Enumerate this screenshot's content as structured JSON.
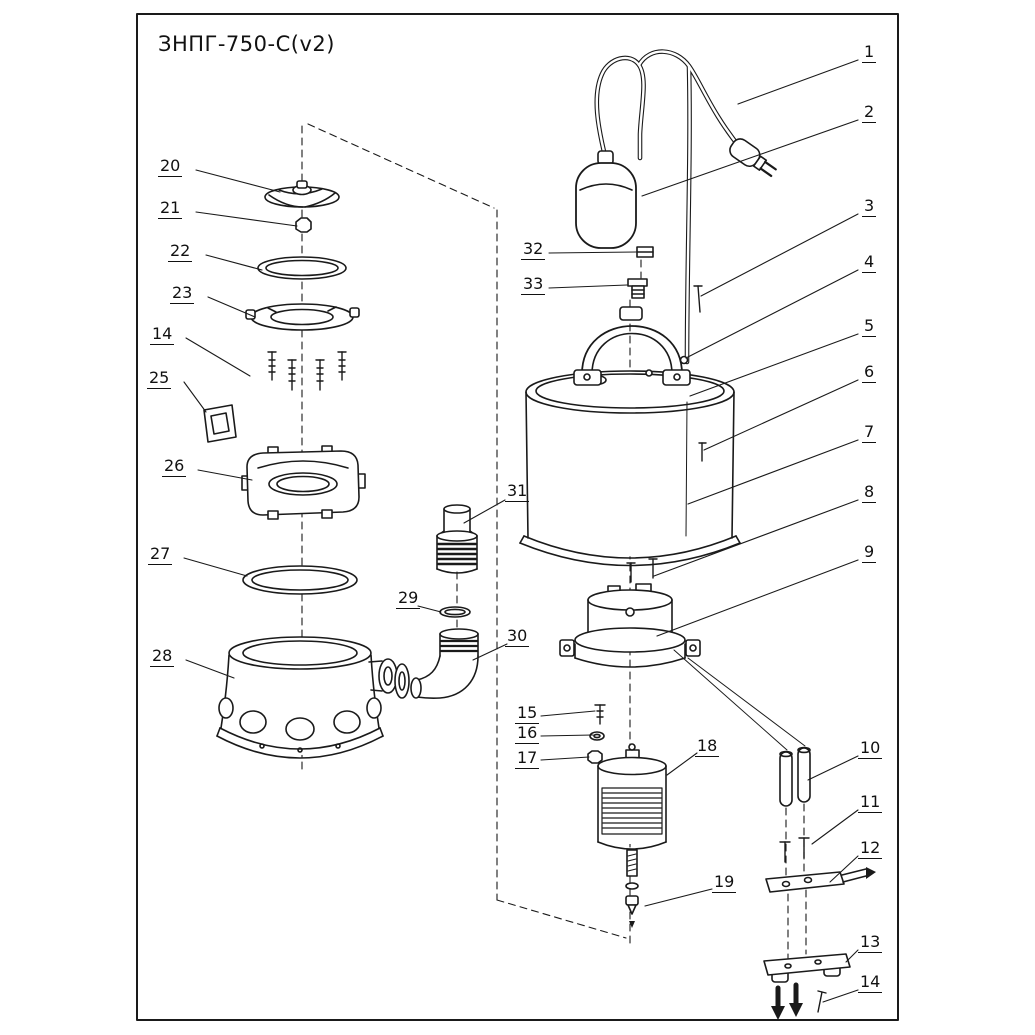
{
  "diagram": {
    "title": "ЗНПГ-750-С(v2)",
    "type": "exploded-parts-diagram"
  },
  "callouts": {
    "c1": "1",
    "c2": "2",
    "c3": "3",
    "c4": "4",
    "c5": "5",
    "c6": "6",
    "c7": "7",
    "c8": "8",
    "c9": "9",
    "c10": "10",
    "c11": "11",
    "c12": "12",
    "c13": "13",
    "c14_bottom": "14",
    "c20": "20",
    "c21": "21",
    "c22": "22",
    "c23": "23",
    "c14_left": "14",
    "c25": "25",
    "c26": "26",
    "c27": "27",
    "c28": "28",
    "c29": "29",
    "c30": "30",
    "c31": "31",
    "c32": "32",
    "c33": "33",
    "c15": "15",
    "c16": "16",
    "c17": "17",
    "c18": "18",
    "c19": "19"
  }
}
